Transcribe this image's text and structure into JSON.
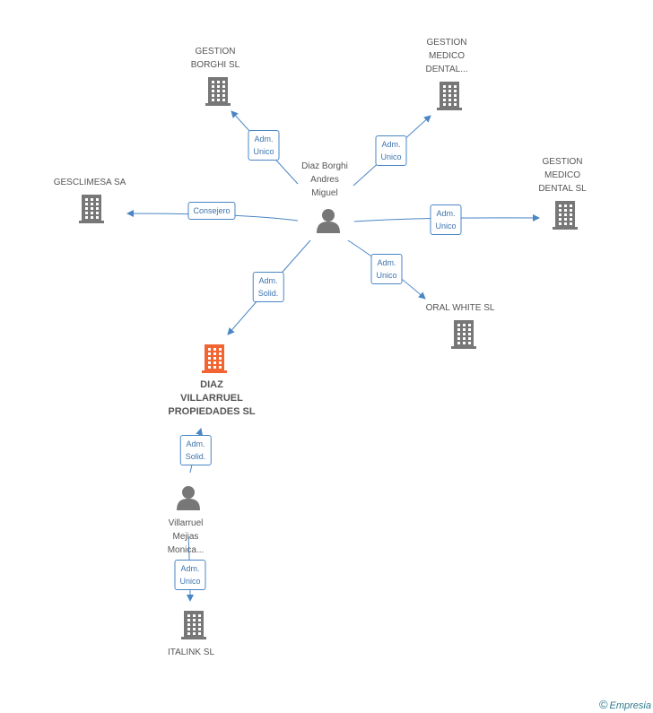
{
  "colors": {
    "edge": "#4a86c5",
    "building": "#777777",
    "focus_building": "#f26532",
    "person": "#777777"
  },
  "nodes": [
    {
      "id": "borghi",
      "kind": "company",
      "lines": [
        "GESTION",
        "BORGHI SL"
      ]
    },
    {
      "id": "dental1",
      "kind": "company",
      "lines": [
        "GESTION",
        "MEDICO",
        "DENTAL..."
      ]
    },
    {
      "id": "dental2",
      "kind": "company",
      "lines": [
        "GESTION",
        "MEDICO",
        "DENTAL SL"
      ]
    },
    {
      "id": "gesclimesa",
      "kind": "company",
      "lines": [
        "GESCLIMESA SA"
      ]
    },
    {
      "id": "andres",
      "kind": "person",
      "lines": [
        "Diaz Borghi",
        "Andres",
        "Miguel"
      ]
    },
    {
      "id": "oral",
      "kind": "company",
      "lines": [
        "ORAL WHITE SL"
      ]
    },
    {
      "id": "diaz",
      "kind": "focus",
      "lines": [
        "DIAZ",
        "VILLARRUEL",
        "PROPIEDADES SL"
      ]
    },
    {
      "id": "monica",
      "kind": "person",
      "lines": [
        "Villarruel",
        "Mejias",
        "Monica..."
      ]
    },
    {
      "id": "italink",
      "kind": "company",
      "lines": [
        "ITALINK  SL"
      ]
    }
  ],
  "edges": [
    {
      "from": "andres",
      "to": "borghi",
      "lines": [
        "Adm.",
        "Unico"
      ]
    },
    {
      "from": "andres",
      "to": "dental1",
      "lines": [
        "Adm.",
        "Unico"
      ]
    },
    {
      "from": "andres",
      "to": "gesclimesa",
      "lines": [
        "Consejero"
      ]
    },
    {
      "from": "andres",
      "to": "dental2",
      "lines": [
        "Adm.",
        "Unico"
      ]
    },
    {
      "from": "andres",
      "to": "oral",
      "lines": [
        "Adm.",
        "Unico"
      ]
    },
    {
      "from": "andres",
      "to": "diaz",
      "lines": [
        "Adm.",
        "Solid."
      ]
    },
    {
      "from": "monica",
      "to": "diaz",
      "lines": [
        "Adm.",
        "Solid."
      ]
    },
    {
      "from": "monica",
      "to": "italink",
      "lines": [
        "Adm.",
        "Unico"
      ]
    }
  ],
  "brand": {
    "symbol": "©",
    "name": "Empresia"
  }
}
